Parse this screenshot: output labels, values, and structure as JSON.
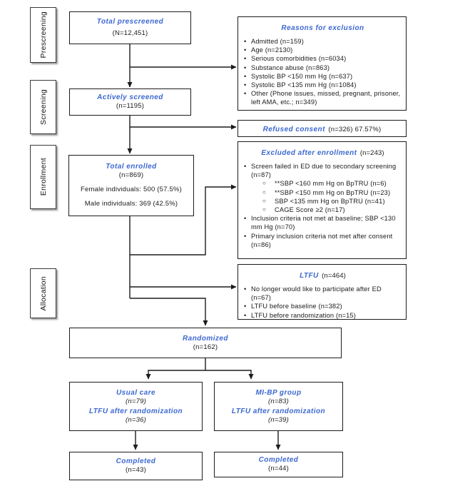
{
  "colors": {
    "accent_blue": "#3c68d0",
    "line": "#1c1c1c"
  },
  "icons": {
    "bullet": "•",
    "circle_bullet": "○"
  },
  "stages": [
    {
      "label": "Prescreening"
    },
    {
      "label": "Screening"
    },
    {
      "label": "Enrollment"
    },
    {
      "label": "Allocation"
    }
  ],
  "boxes": {
    "total_prescreened": {
      "title": "Total prescreened",
      "count": "(N=12,451)"
    },
    "actively_screened": {
      "title": "Actively screened",
      "count": "(n=1195)"
    },
    "total_enrolled": {
      "title": "Total enrolled",
      "count": "(n=869)",
      "female_line": "Female individuals: 500 (57.5%)",
      "male_line": "Male individuals: 369 (42.5%)"
    },
    "reasons_for_exclusion": {
      "title": "Reasons for exclusion",
      "bullets": [
        "Admitted (n=159)",
        "Age (n=2130)",
        "Serious comorbidities (n=6034)",
        "Substance abuse (n=863)",
        "Systolic BP <150 mm Hg (n=637)",
        "Systolic BP <135 mm Hg (n=1084)",
        "Other (Phone issues, missed, pregnant, prisoner, left AMA, etc.; n=349)"
      ]
    },
    "refused_consent": {
      "title": "Refused consent",
      "count": "(n=326) 67.57%)"
    },
    "excluded_after_enrollment": {
      "title": "Excluded after enrollment",
      "count": "(n=243)",
      "bullets": [
        {
          "text": "Screen failed in ED due to secondary screening (n=87)",
          "sub": [
            "**SBP <160 mm Hg on BpTRU (n=6)",
            "**SBP <150 mm Hg on BpTRU (n=23)",
            "SBP <135 mm Hg on BpTRU (n=41)",
            "CAGE Score ≥2 (n=17)"
          ]
        },
        {
          "text": "Inclusion criteria not met at baseline; SBP <130 mm Hg (n=70)"
        },
        {
          "text": "Primary inclusion criteria not met after consent (n=86)"
        }
      ]
    },
    "ltfu": {
      "title": "LTFU",
      "count": "(n=464)",
      "bullets": [
        "No longer would like to participate after ED (n=67)",
        "LTFU before baseline (n=382)",
        "LTFU before randomization (n=15)"
      ]
    },
    "randomized": {
      "title": "Randomized",
      "count": "(n=162)"
    },
    "usual_care": {
      "title": "Usual care",
      "count": "(n=79)",
      "subtitle": "LTFU after randomization",
      "subcount": "(n=36)"
    },
    "mi_bp_group": {
      "title": "MI-BP group",
      "count": "(n=83)",
      "subtitle": "LTFU after randomization",
      "subcount": "(n=39)"
    },
    "completed_usual_care": {
      "title": "Completed",
      "count": "(n=43)"
    },
    "completed_mi_bp": {
      "title": "Completed",
      "count": "(n=44)"
    }
  }
}
